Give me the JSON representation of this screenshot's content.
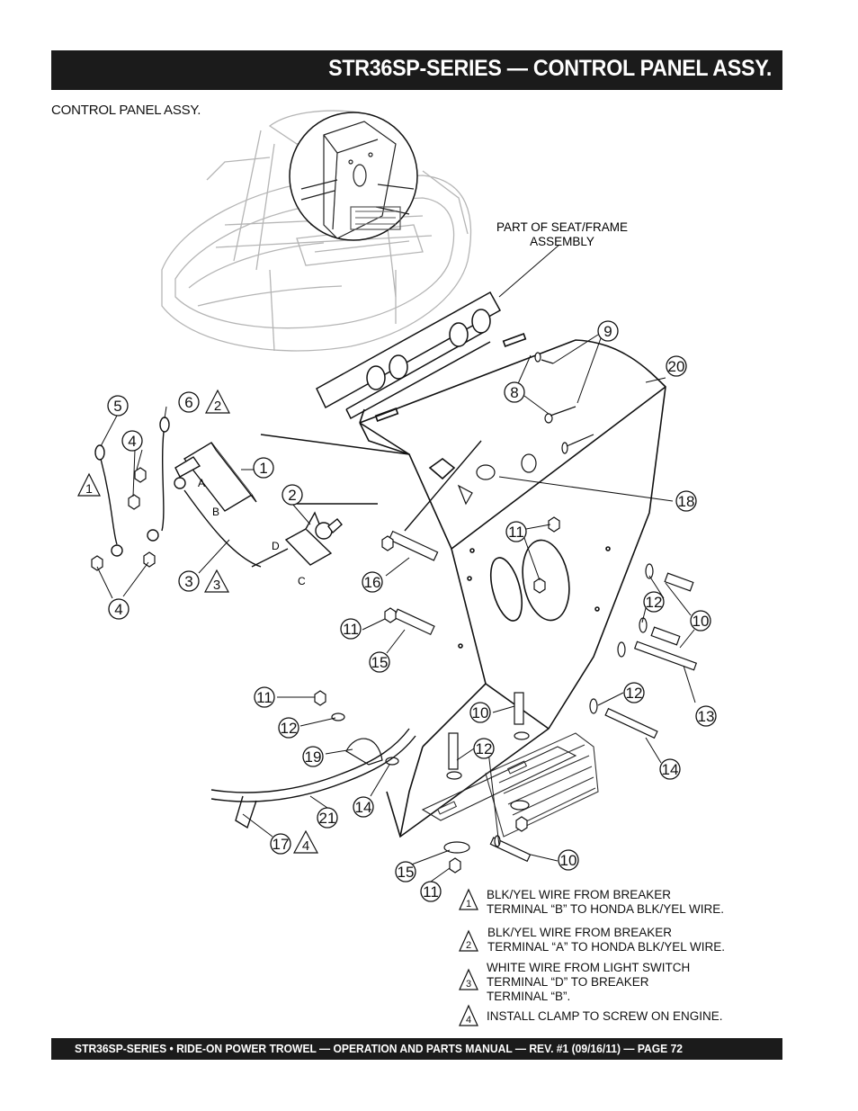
{
  "header": {
    "title": "STR36SP-SERIES — CONTROL PANEL ASSY."
  },
  "section_label": "CONTROL PANEL ASSY.",
  "diagram": {
    "frame_label_line1": "PART OF SEAT/FRAME",
    "frame_label_line2": "ASSEMBLY",
    "terminal_labels": {
      "a": "A",
      "b": "B",
      "c": "C",
      "d": "D"
    },
    "callouts": {
      "c1": "1",
      "c2": "2",
      "c3": "3",
      "c4a": "4",
      "c4b": "4",
      "c5": "5",
      "c6": "6",
      "c8": "8",
      "c9": "9",
      "c10a": "10",
      "c10b": "10",
      "c10c": "10",
      "c11a": "11",
      "c11b": "11",
      "c11c": "11",
      "c11d": "11",
      "c12a": "12",
      "c12b": "12",
      "c12c": "12",
      "c12d": "12",
      "c13": "13",
      "c14a": "14",
      "c14b": "14",
      "c15a": "15",
      "c15b": "15",
      "c16": "16",
      "c17": "17",
      "c18": "18",
      "c19": "19",
      "c20": "20",
      "c21": "21"
    },
    "flags": {
      "f1": "1",
      "f2a": "2",
      "f2b": "2",
      "f3a": "3",
      "f3b": "3",
      "f4a": "4",
      "f4b": "4"
    },
    "notes": [
      {
        "num": "1",
        "line1": "BLK/YEL WIRE FROM BREAKER",
        "line2": "TERMINAL “B” TO HONDA BLK/YEL WIRE.",
        "line3": ""
      },
      {
        "num": "2",
        "line1": "BLK/YEL WIRE FROM BREAKER",
        "line2": "TERMINAL “A” TO HONDA BLK/YEL WIRE.",
        "line3": ""
      },
      {
        "num": "3",
        "line1": "WHITE WIRE FROM LIGHT SWITCH",
        "line2": "TERMINAL  “D” TO BREAKER",
        "line3": "TERMINAL “B”."
      },
      {
        "num": "4",
        "line1": "INSTALL CLAMP TO SCREW ON ENGINE.",
        "line2": "",
        "line3": ""
      }
    ]
  },
  "footer": {
    "text": "STR36SP-SERIES • RIDE-ON POWER TROWEL —  OPERATION AND PARTS MANUAL — REV. #1  (09/16/11) — PAGE 72"
  }
}
